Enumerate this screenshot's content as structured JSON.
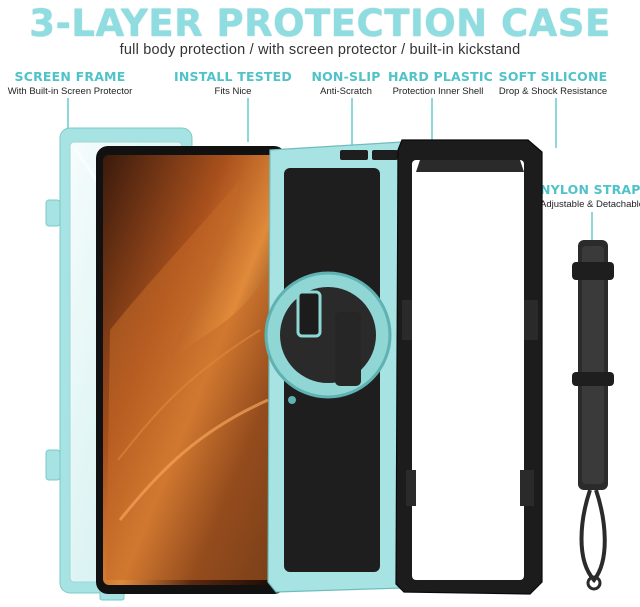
{
  "header": {
    "title": "3-LAYER PROTECTION CASE",
    "subtitle": "full body protection / with screen protector / built-in kickstand"
  },
  "features": [
    {
      "title": "SCREEN FRAME",
      "desc": "With Built-in Screen Protector"
    },
    {
      "title": "INSTALL TESTED",
      "desc": "Fits Nice"
    },
    {
      "title": "NON-SLIP",
      "desc": "Anti-Scratch"
    },
    {
      "title": "HARD PLASTIC",
      "desc": "Protection Inner Shell"
    },
    {
      "title": "SOFT SILICONE",
      "desc": "Drop & Shock Resistance"
    },
    {
      "title": "NYLON STRAP",
      "desc": "Adjustable & Detachable"
    }
  ],
  "colors": {
    "accent": "#8fdde0",
    "label": "#4fc3c8",
    "frame": "#a6e3e2",
    "shell": "#1c1c1c"
  }
}
